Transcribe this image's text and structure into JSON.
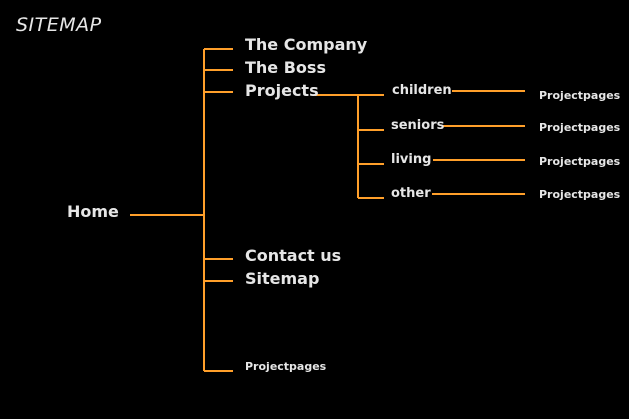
{
  "page_title": "SITEMAP",
  "line_color": "#ff9f2a",
  "text_color": "#e6e6e6",
  "background_color": "#000000",
  "home": {
    "label": "Home"
  },
  "main_items": [
    {
      "label": "The Company"
    },
    {
      "label": "The Boss"
    },
    {
      "label": "Projects"
    },
    {
      "label": "Contact us"
    },
    {
      "label": "Sitemap"
    },
    {
      "label": "Projectpages"
    }
  ],
  "project_items": [
    {
      "label": "children",
      "subpage": "Projectpages"
    },
    {
      "label": "seniors",
      "subpage": "Projectpages"
    },
    {
      "label": "living",
      "subpage": "Projectpages"
    },
    {
      "label": "other",
      "subpage": "Projectpages"
    }
  ]
}
